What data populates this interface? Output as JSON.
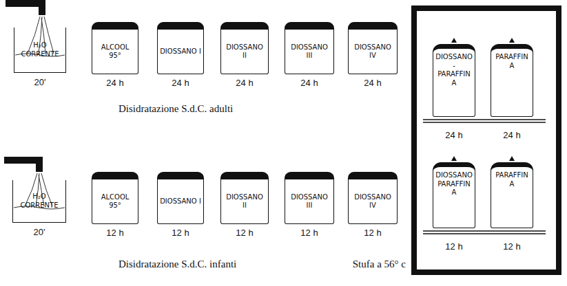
{
  "diagram": {
    "nodes": [
      {
        "text": [
          "H₂O CORRENTE",
          "20'"
        ]
      },
      {
        "text": [
          "ALCOOL 95°",
          "24 h"
        ]
      },
      {
        "text": [
          "DIOSSANO I",
          "24 h"
        ]
      },
      {
        "text": [
          "DIOSSANO II",
          "24 h"
        ]
      },
      {
        "text": [
          "DIOSSANO III",
          "24 h"
        ]
      },
      {
        "text": [
          "DIOSSANO IV",
          "24 h"
        ]
      },
      {
        "text": [
          "H₂O CORRENTE",
          "20'"
        ]
      },
      {
        "text": [
          "ALCOOL 95°",
          "12 h"
        ]
      },
      {
        "text": [
          "DIOSSANO I",
          "12 h"
        ]
      },
      {
        "text": [
          "DIOSSANO II",
          "12 h"
        ]
      },
      {
        "text": [
          "DIOSSANO III",
          "12 h"
        ]
      },
      {
        "text": [
          "DIOSSANO IV",
          "12 h"
        ]
      },
      {
        "text": [
          "Stufa a 56° c"
        ]
      },
      {
        "text": [
          "DIOSSANO-PARAFFINA",
          "24 h"
        ],
        "in": 12
      },
      {
        "text": [
          "PARAFFINA",
          "24 h"
        ],
        "in": 12
      },
      {
        "text": [
          "DIOSSANO PARAFFINA",
          "12 h"
        ],
        "in": 12
      },
      {
        "text": [
          "PARAFFINA",
          "12 h"
        ],
        "in": 12
      }
    ],
    "edges": [],
    "labels": [
      "Disidratazione S.d.C. adulti",
      "Disidratazione S.d.C. infanti"
    ]
  }
}
